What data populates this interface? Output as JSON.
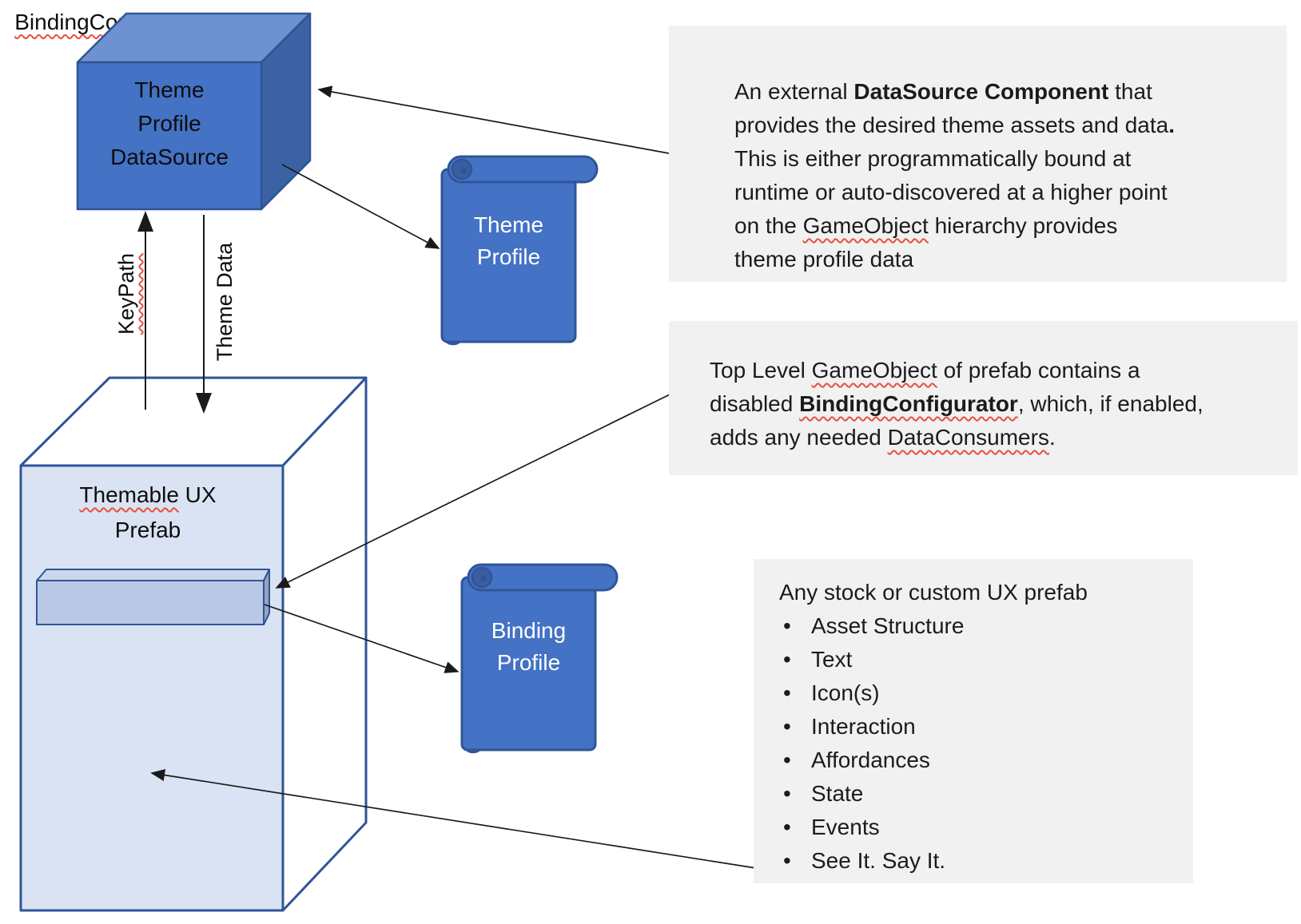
{
  "colors": {
    "accent_blue": "#4472C4",
    "cube_top_blue": "#6E91D1",
    "cube_side_blue": "#3D62A4",
    "dark_blue_stroke": "#2F5597",
    "prefab_front_fill": "#DAE3F3",
    "bar_front_fill": "#B9C8E6",
    "bar_top_fill": "#CCD7EE",
    "bar_side_fill": "#97A3BD",
    "scroll_curl_fill": "#3A5FA0",
    "annotation_bg": "#F1F1F2",
    "squiggle_red": "#E8503E",
    "arrow_black": "#1A1A1A"
  },
  "nodes": {
    "theme_profile_datasource": {
      "shape": "cube",
      "label_lines": [
        "Theme",
        "Profile",
        "DataSource"
      ]
    },
    "theme_profile_scroll": {
      "shape": "vertical-scroll",
      "label_lines": [
        "Theme",
        "Profile"
      ]
    },
    "themable_ux_prefab": {
      "shape": "3d-box",
      "label_lines": [
        [
          {
            "t": "Themable",
            "u": true
          },
          {
            "t": " UX"
          }
        ],
        "Prefab"
      ]
    },
    "binding_configurator": {
      "shape": "3d-bar",
      "label_lines": [
        [
          {
            "t": "BindingConfigurator",
            "u": true
          }
        ]
      ]
    },
    "binding_profile_scroll": {
      "shape": "vertical-scroll",
      "label_lines": [
        "Binding",
        "Profile"
      ]
    }
  },
  "edge_labels": {
    "keypath": [
      [
        {
          "t": "KeyPath",
          "u": true
        }
      ]
    ],
    "theme_data": [
      "Theme Data"
    ]
  },
  "arrows": [
    {
      "from": "annotation-datasource",
      "to": "theme-profile-datasource"
    },
    {
      "from": "theme-profile-datasource",
      "to": "theme-profile-scroll"
    },
    {
      "from": "themable-ux-prefab",
      "to": "theme-profile-datasource",
      "label": "KeyPath",
      "direction": "up"
    },
    {
      "from": "theme-profile-datasource",
      "to": "themable-ux-prefab",
      "label": "Theme Data",
      "direction": "down"
    },
    {
      "from": "annotation-bindingconfigurator",
      "to": "binding-configurator"
    },
    {
      "from": "binding-configurator",
      "to": "binding-profile-scroll"
    },
    {
      "from": "annotation-ux-prefab",
      "to": "themable-ux-prefab"
    }
  ],
  "annotations": {
    "box1": {
      "lines": [
        [
          {
            "t": "An external "
          },
          {
            "t": "DataSource Component",
            "b": true
          },
          {
            "t": " that"
          }
        ],
        [
          {
            "t": "provides the desired theme assets and data"
          },
          {
            "t": ".",
            "b": true
          }
        ],
        [
          {
            "t": "This is either programmatically bound at"
          }
        ],
        [
          {
            "t": "runtime or auto-discovered at a higher point"
          }
        ],
        [
          {
            "t": "on the "
          },
          {
            "t": "GameObject",
            "u": true
          },
          {
            "t": " hierarchy provides"
          }
        ],
        [
          {
            "t": "theme profile data"
          }
        ]
      ]
    },
    "box2": {
      "lines": [
        [
          {
            "t": "Top Level "
          },
          {
            "t": "GameObject",
            "u": true
          },
          {
            "t": " of prefab contains a"
          }
        ],
        [
          {
            "t": "disabled "
          },
          {
            "t": "BindingConfigurator",
            "b": true,
            "u": true
          },
          {
            "t": ", which, if enabled,"
          }
        ],
        [
          {
            "t": "adds any needed "
          },
          {
            "t": "DataConsumers",
            "u": true
          },
          {
            "t": "."
          }
        ]
      ]
    },
    "box3": {
      "title": "Any stock or custom UX prefab",
      "bullets": [
        "Asset Structure",
        "Text",
        "Icon(s)",
        "Interaction",
        "Affordances",
        "State",
        "Events",
        "See It. Say It."
      ]
    }
  }
}
